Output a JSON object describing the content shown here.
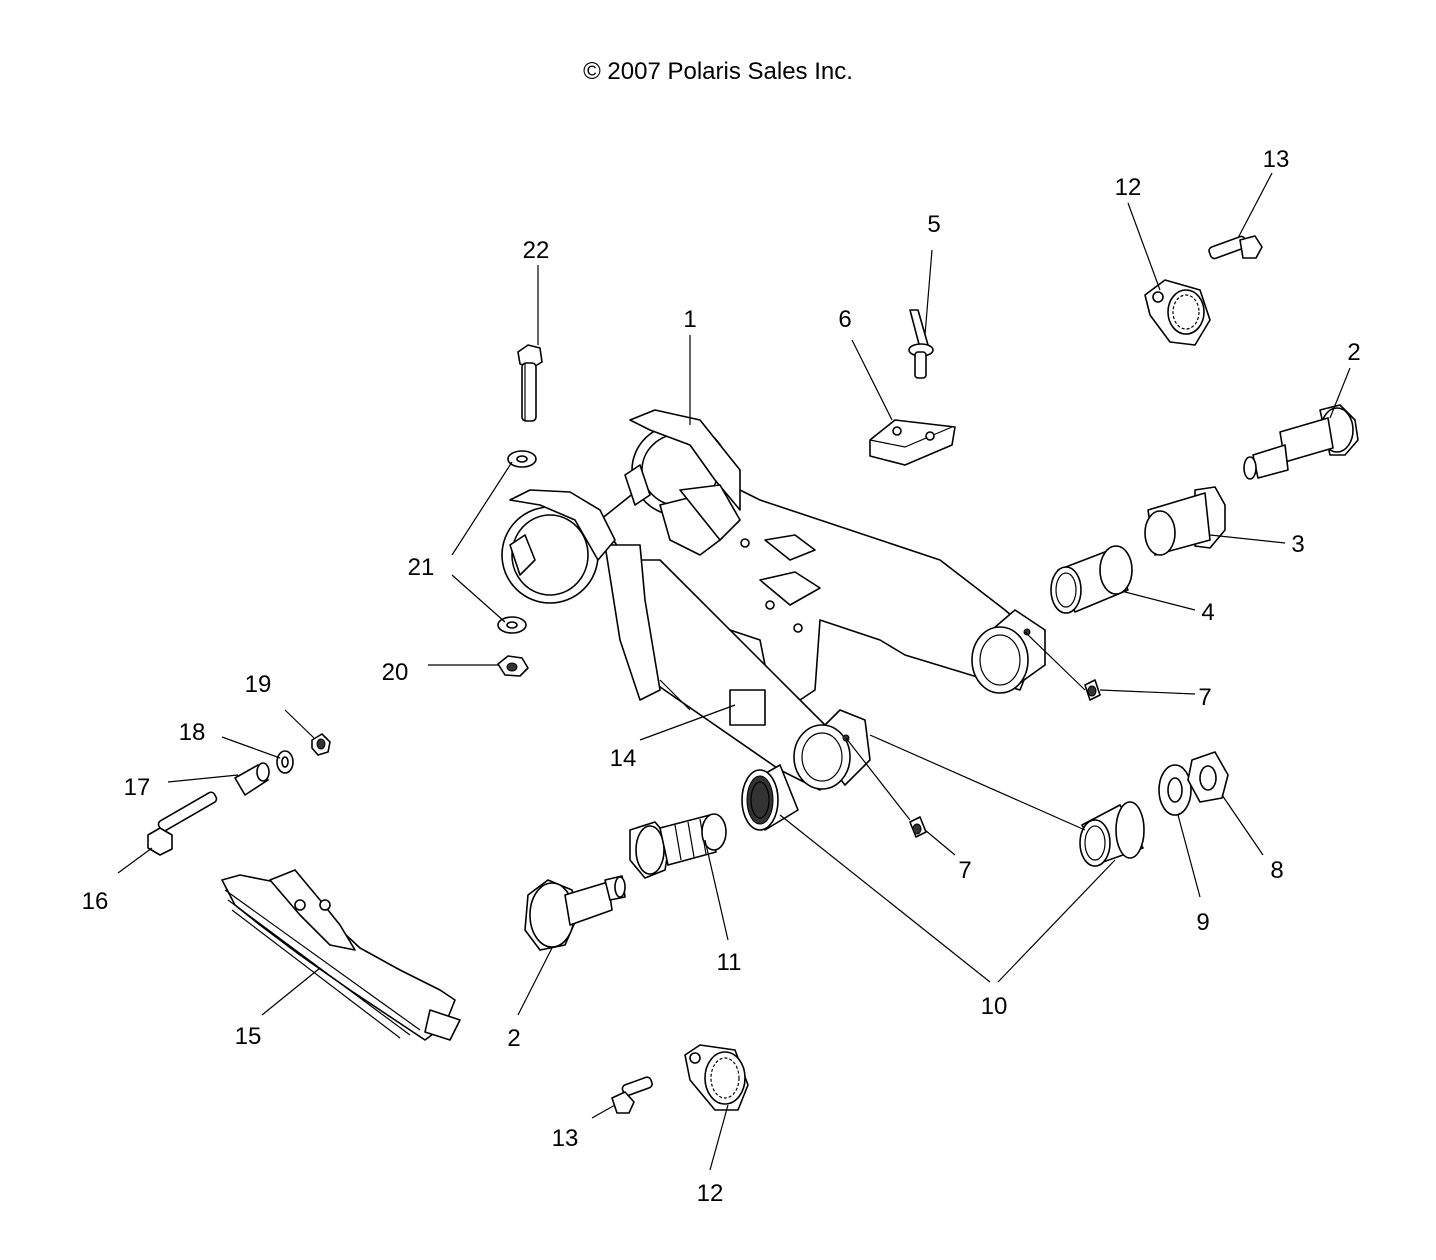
{
  "copyright": "© 2007 Polaris Sales Inc.",
  "callouts": [
    "1",
    "2",
    "2",
    "3",
    "4",
    "5",
    "6",
    "7",
    "7",
    "8",
    "9",
    "10",
    "11",
    "12",
    "12",
    "13",
    "13",
    "14",
    "15",
    "16",
    "17",
    "18",
    "19",
    "20",
    "21",
    "22"
  ]
}
